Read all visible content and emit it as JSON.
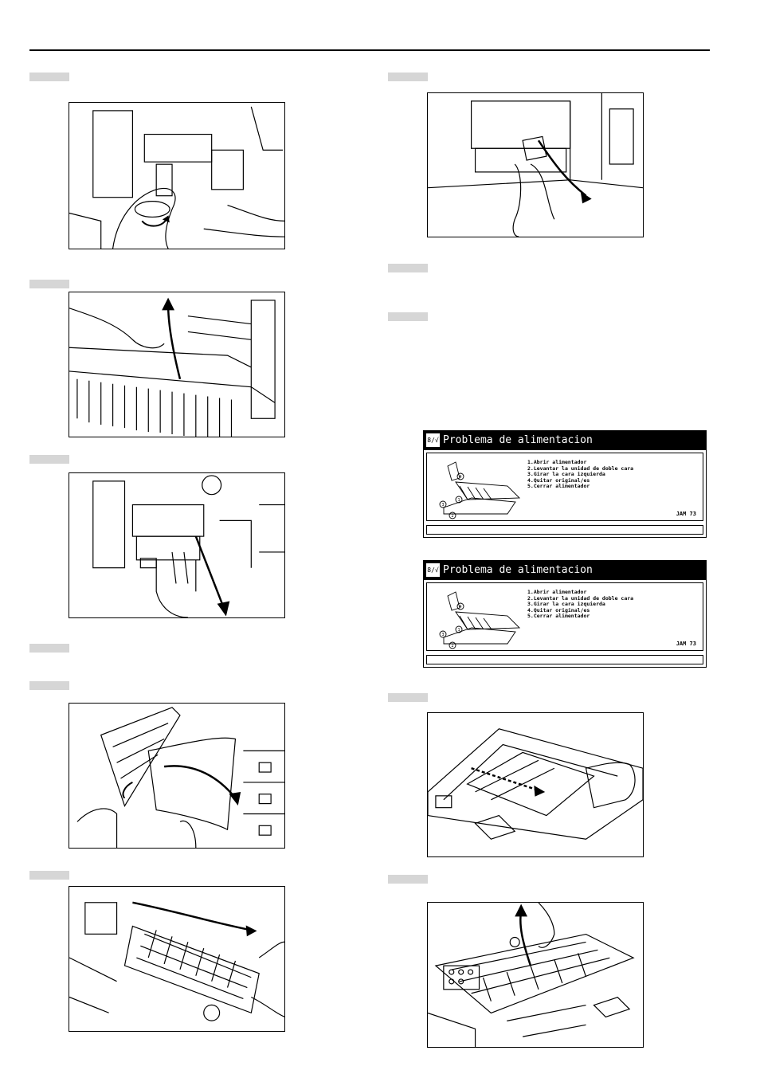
{
  "screens": [
    {
      "title": "Problema de alimentacion",
      "icon": "8∕√",
      "steps": [
        "1.Abrir alimentador",
        "2.Levantar la unidad de doble cara",
        "3.Girar la cara izquierda",
        "4.Quitar original/es",
        "5.Cerrar alimentador"
      ],
      "code": "JAM 73",
      "callouts": [
        "1",
        "2",
        "3",
        "4"
      ]
    },
    {
      "title": "Problema de alimentacion",
      "icon": "8∕√",
      "steps": [
        "1.Abrir alimentador",
        "2.Levantar la unidad de doble cara",
        "3.Girar la cara izquierda",
        "4.Quitar original/es",
        "5.Cerrar alimentador"
      ],
      "code": "JAM 73",
      "callouts": [
        "1",
        "2",
        "3",
        "4"
      ]
    }
  ],
  "illustrations": [
    "knob-turn-illustration",
    "lift-guide-illustration",
    "pull-unit-illustration",
    "remove-paper-illustration",
    "slide-tray-illustration",
    "pull-paper-illustration",
    "open-feeder-illustration",
    "lift-cover-illustration"
  ]
}
